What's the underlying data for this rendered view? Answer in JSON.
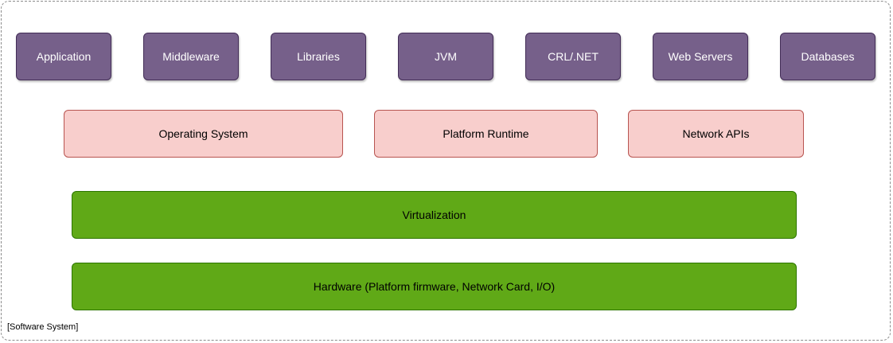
{
  "diagram": {
    "top_row": [
      {
        "id": "application",
        "label": "Application"
      },
      {
        "id": "middleware",
        "label": "Middleware"
      },
      {
        "id": "libraries",
        "label": "Libraries"
      },
      {
        "id": "jvm",
        "label": "JVM"
      },
      {
        "id": "crl-net",
        "label": "CRL/.NET"
      },
      {
        "id": "web-servers",
        "label": "Web Servers"
      },
      {
        "id": "databases",
        "label": "Databases"
      }
    ],
    "middle_row": [
      {
        "id": "operating-system",
        "label": "Operating System"
      },
      {
        "id": "platform-runtime",
        "label": "Platform Runtime"
      },
      {
        "id": "network-apis",
        "label": "Network APIs"
      }
    ],
    "virtualization": {
      "label": "Virtualization"
    },
    "hardware": {
      "label": "Hardware (Platform firmware, Network Card, I/O)"
    },
    "frame_label": "[Software System]"
  },
  "colors": {
    "top_fill": "#76608a",
    "middle_fill": "#f8cecc",
    "bottom_fill": "#60a917"
  }
}
